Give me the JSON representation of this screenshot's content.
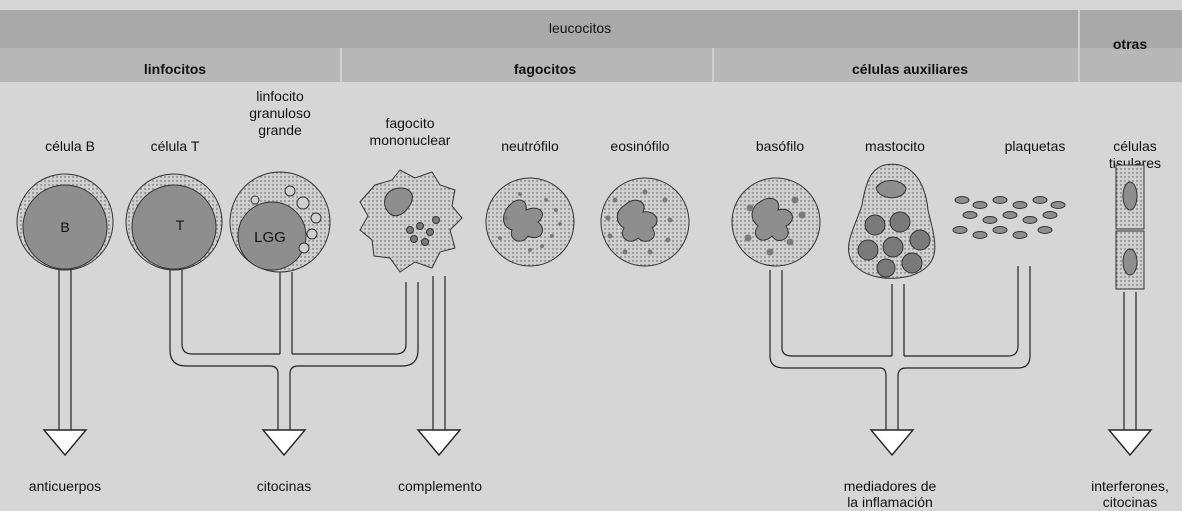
{
  "header": {
    "top": "leucocitos",
    "right_top": "otras",
    "groups": [
      "linfocitos",
      "fagocitos",
      "células auxiliares"
    ]
  },
  "cells": {
    "b_cell": "célula B",
    "t_cell": "célula T",
    "lgg_line1": "linfocito",
    "lgg_line2": "granuloso",
    "lgg_line3": "grande",
    "phago_line1": "fagocito",
    "phago_line2": "mononuclear",
    "neutrophil": "neutrófilo",
    "eosinophil": "eosinófilo",
    "basophil": "basófilo",
    "mast": "mastocito",
    "platelets": "plaquetas",
    "tissue_line1": "células",
    "tissue_line2": "tisulares"
  },
  "cell_letters": {
    "b": "B",
    "t": "T",
    "lgg": "LGG"
  },
  "products": {
    "antibodies": "anticuerpos",
    "cytokines": "citocinas",
    "complement": "complemento",
    "mediators_line1": "mediadores de",
    "mediators_line2": "la inflamación",
    "interferons_line1": "interferones,",
    "interferons_line2": "citocinas"
  },
  "colors": {
    "cell_fill": "#cfcfcf",
    "nucleus": "#8e8e8e",
    "granule": "#7a7a7a",
    "arrow_fill": "#ffffff",
    "arrow_stroke": "#222222"
  }
}
